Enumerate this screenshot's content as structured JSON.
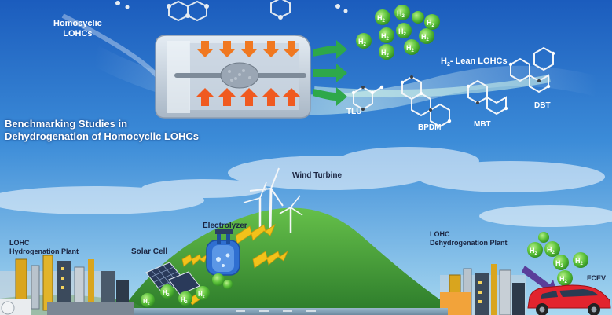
{
  "labels": {
    "homocyclic": "Homocyclic\nLOHCs",
    "title_line1": "Benchmarking Studies in",
    "title_line2": "Dehydrogenation of Homocyclic LOHCs",
    "h2_lean": "- Lean LOHCs",
    "tlu": "TLU",
    "bpdm": "BPDM",
    "mbt": "MBT",
    "dbt": "DBT",
    "wind_turbine": "Wind Turbine",
    "electrolyzer": "Electrolyzer",
    "solar_cell": "Solar Cell",
    "hydro_plant_line1": "LOHC",
    "hydro_plant_line2": "Hydrogenation Plant",
    "dehydro_plant_line1": "LOHC",
    "dehydro_plant_line2": "Dehydrogenation Plant",
    "fcev": "FCEV",
    "h2_symbol": "H",
    "h2_sub": "2"
  },
  "colors": {
    "sky_top": "#1e62c2",
    "sky_bottom": "#9fd2ee",
    "hill": "#3f9c3a",
    "h2_bubble": "#5cc23a",
    "arrow_green": "#2ea84a",
    "heat_orange": "#f07820",
    "car_red": "#e2242e",
    "lightning": "#f2c21a"
  },
  "icons": [
    "reactor-icon",
    "wind-turbine-icon",
    "electrolyzer-icon",
    "solar-panel-icon",
    "factory-icon",
    "car-icon",
    "lightning-icon",
    "h2-molecule-icon"
  ]
}
